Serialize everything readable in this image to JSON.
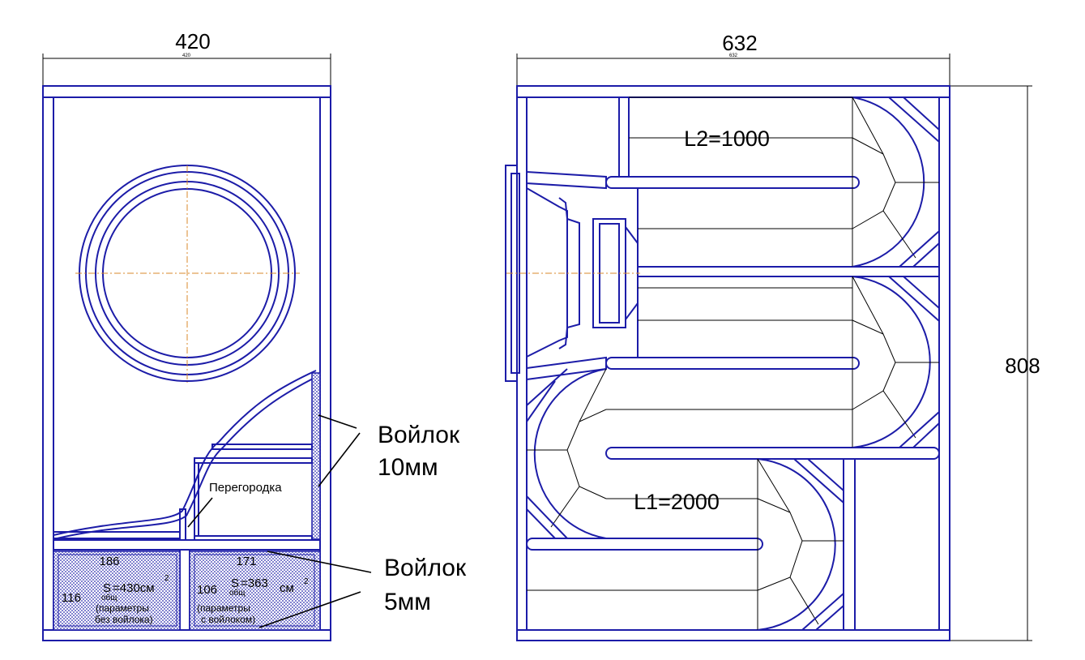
{
  "front_view": {
    "width_label": "420",
    "width_label_small": "420",
    "felt_thick_label": "Войлок 10мм",
    "felt_thick_line1": "Войлок",
    "felt_thick_line2": "10мм",
    "felt_thin_line1": "Войлок",
    "felt_thin_line2": "5мм",
    "partition_label": "Перегородка",
    "left_chamber": {
      "width": "186",
      "height": "116",
      "area_prefix": "S",
      "area_sub": "общ",
      "area_value": "=430см",
      "area_sup": "2",
      "note_line1": "(параметры",
      "note_line2": "без войлока)"
    },
    "right_chamber": {
      "width": "171",
      "height": "106",
      "area_prefix": "S",
      "area_sub": "общ",
      "area_value": "=363",
      "area_unit": "см",
      "area_sup": "2",
      "note_line1": "(параметры",
      "note_line2": "с войлоком)"
    }
  },
  "side_view": {
    "width_label": "632",
    "width_label_small": "632",
    "height_label": "808",
    "path_upper_label": "L2=1000",
    "path_lower_label": "L1=2000"
  },
  "colors": {
    "line": "#1c1ca8",
    "center_line": "#d98a2b",
    "leader": "#000000"
  }
}
